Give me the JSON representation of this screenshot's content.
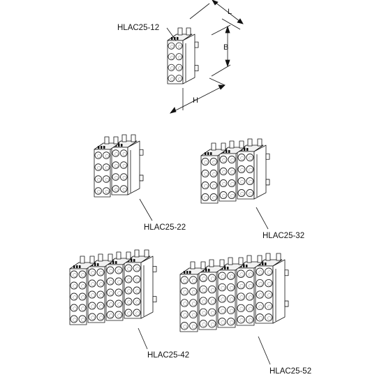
{
  "diagram": {
    "dimension_labels": {
      "length": "L",
      "width": "B",
      "height": "H"
    },
    "blocks": [
      {
        "label": "HLAC25-12",
        "modules": 1
      },
      {
        "label": "HLAC25-22",
        "modules": 2
      },
      {
        "label": "HLAC25-32",
        "modules": 3
      },
      {
        "label": "HLAC25-42",
        "modules": 4
      },
      {
        "label": "HLAC25-52",
        "modules": 5
      }
    ]
  }
}
